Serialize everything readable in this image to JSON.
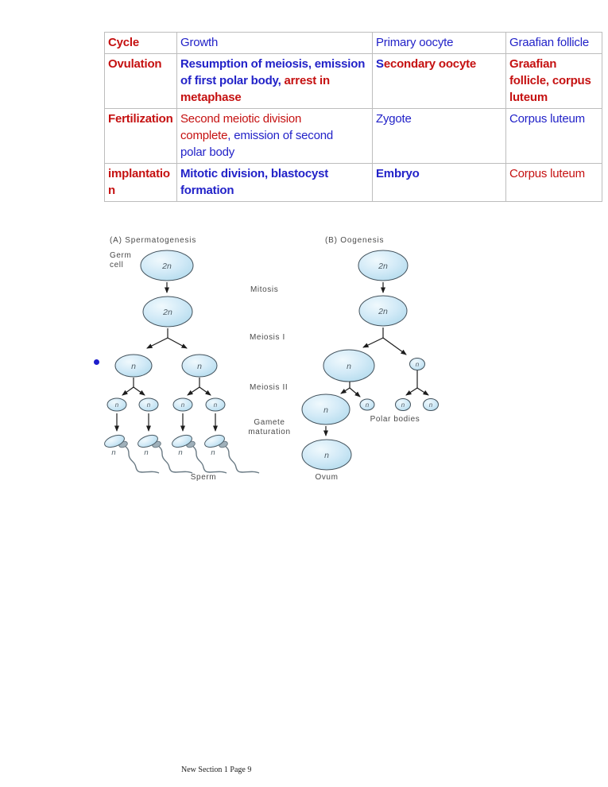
{
  "colors": {
    "red": "#c51111",
    "blue": "#2222c8"
  },
  "table": {
    "rows": [
      [
        [
          {
            "t": "Cycle",
            "c": "red",
            "b": 1
          }
        ],
        [
          {
            "t": "Growth",
            "c": "blue"
          }
        ],
        [
          {
            "t": "Primary oocyte",
            "c": "blue"
          }
        ],
        [
          {
            "t": "Graafian follicle",
            "c": "blue"
          }
        ]
      ],
      [
        [
          {
            "t": "Ovulation",
            "c": "red",
            "b": 1
          }
        ],
        [
          {
            "t": "Resumption of meiosis, emission",
            "c": "blue",
            "b": 1
          },
          {
            "br": 1
          },
          {
            "t": "of first polar body, ",
            "c": "blue",
            "b": 1
          },
          {
            "t": "arrest in",
            "c": "red",
            "b": 1
          },
          {
            "br": 1
          },
          {
            "t": "metaphase",
            "c": "red",
            "b": 1
          }
        ],
        [
          {
            "t": "S",
            "c": "blue",
            "b": 1
          },
          {
            "t": "econdary oocyte",
            "c": "red",
            "b": 1
          }
        ],
        [
          {
            "t": "Graafian",
            "c": "red",
            "b": 1
          },
          {
            "br": 1
          },
          {
            "t": "follicle, corpus",
            "c": "red",
            "b": 1
          },
          {
            "br": 1
          },
          {
            "t": "luteum",
            "c": "red",
            "b": 1
          }
        ]
      ],
      [
        [
          {
            "t": "Fertilization",
            "c": "red",
            "b": 1
          }
        ],
        [
          {
            "t": "Second meiotic division",
            "c": "red"
          },
          {
            "br": 1
          },
          {
            "t": "complete",
            "c": "red"
          },
          {
            "t": ", emission of second",
            "c": "blue"
          },
          {
            "br": 1
          },
          {
            "t": "polar body",
            "c": "blue"
          }
        ],
        [
          {
            "t": "Zygote",
            "c": "blue"
          }
        ],
        [
          {
            "t": "Corpus luteum",
            "c": "blue"
          }
        ]
      ],
      [
        [
          {
            "t": "implantatio",
            "c": "red",
            "b": 1
          },
          {
            "br": 1
          },
          {
            "t": "n",
            "c": "red",
            "b": 1
          }
        ],
        [
          {
            "t": "Mitotic division, blastocyst",
            "c": "blue",
            "b": 1
          },
          {
            "br": 1
          },
          {
            "t": "formation",
            "c": "blue",
            "b": 1
          }
        ],
        [
          {
            "t": "Embryo",
            "c": "blue",
            "b": 1
          }
        ],
        [
          {
            "t": "Corpus luteum",
            "c": "red"
          }
        ]
      ]
    ]
  },
  "diagram": {
    "panel_a_title": "(A)  Spermatogenesis",
    "panel_b_title": "(B)  Oogenesis",
    "germ_cell_line1": "Germ",
    "germ_cell_line2": "cell",
    "stages": {
      "mitosis": "Mitosis",
      "meiosis1": "Meiosis I",
      "meiosis2": "Meiosis II",
      "gamete1": "Gamete",
      "gamete2": "maturation"
    },
    "ploidy_2n": "2n",
    "ploidy_n": "n",
    "sperm_label": "Sperm",
    "polar_bodies_label": "Polar bodies",
    "ovum_label": "Ovum"
  },
  "footer": {
    "text": "New Section 1 Page 9"
  }
}
